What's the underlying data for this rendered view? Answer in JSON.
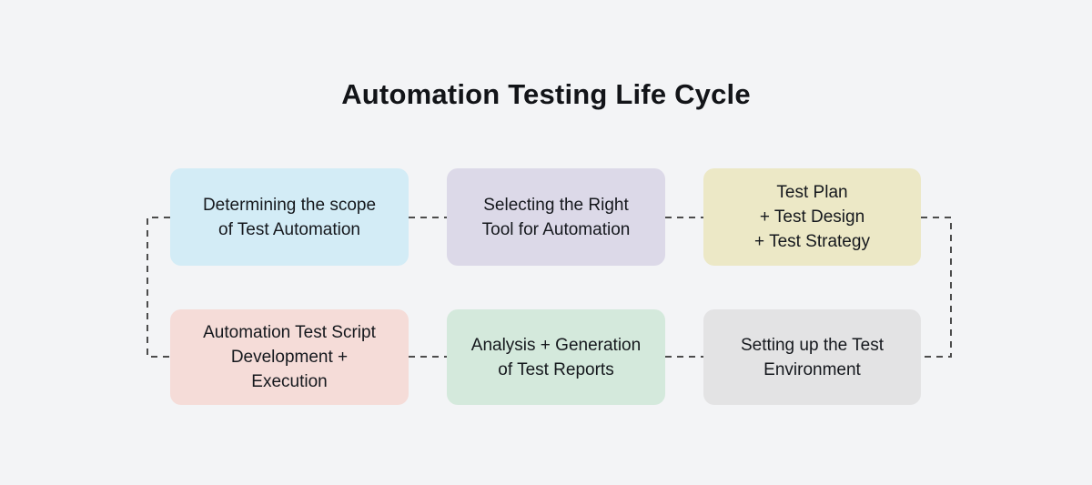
{
  "title": "Automation Testing Life Cycle",
  "colors": {
    "background": "#f3f4f6",
    "connector": "#4c4c4c",
    "text": "#15181d"
  },
  "nodes": [
    {
      "id": "determining-scope",
      "lines": [
        "Determining the scope",
        "of Test Automation"
      ],
      "color": "#d3ecf6"
    },
    {
      "id": "selecting-tool",
      "lines": [
        "Selecting the Right",
        "Tool for Automation"
      ],
      "color": "#dcd9e8"
    },
    {
      "id": "test-plan-design-strategy",
      "lines": [
        "Test Plan",
        "+ Test Design",
        "+ Test Strategy"
      ],
      "color": "#ece8c6"
    },
    {
      "id": "script-development-execution",
      "lines": [
        "Automation Test Script",
        "Development +",
        "Execution"
      ],
      "color": "#f5dcd8"
    },
    {
      "id": "analysis-reports",
      "lines": [
        "Analysis + Generation",
        "of Test Reports"
      ],
      "color": "#d4e9dc"
    },
    {
      "id": "setup-environment",
      "lines": [
        "Setting up the Test",
        "Environment"
      ],
      "color": "#e3e3e4"
    }
  ]
}
